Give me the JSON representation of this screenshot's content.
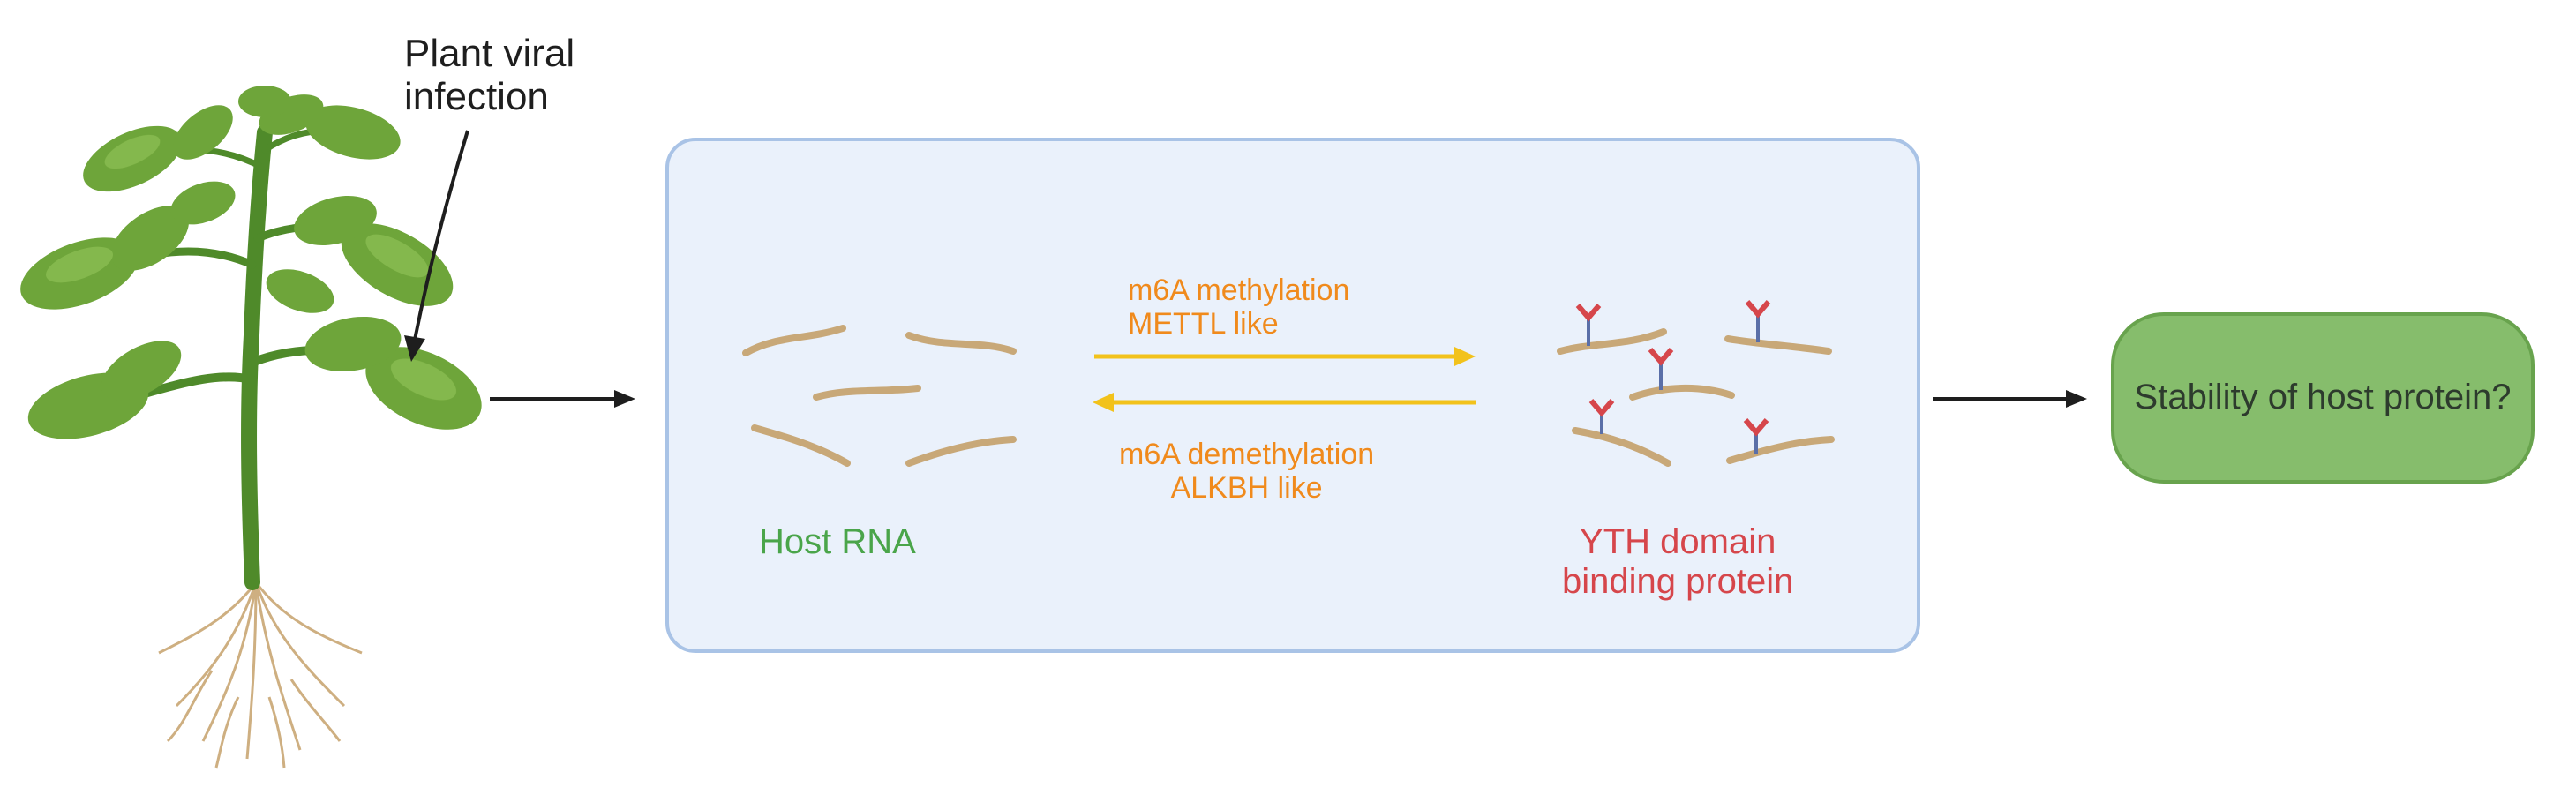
{
  "labels": {
    "infection": [
      "Plant viral",
      "infection"
    ],
    "methylation": [
      "m6A methylation",
      "METTL like"
    ],
    "demethylation": [
      "m6A demethylation",
      "ALKBH like"
    ],
    "host_rna": "Host RNA",
    "yth": [
      "YTH domain",
      "binding protein"
    ],
    "outcome": "Stability of host protein?"
  },
  "colors": {
    "box_fill": "#eaf1fb",
    "box_border": "#a9c3e6",
    "outcome_fill": "#86bd6c",
    "arrow_yellow": "#f2c21b",
    "label_orange": "#f08a1c",
    "label_green": "#4aa54a",
    "label_red": "#d6464b",
    "rna_tan": "#c8a878",
    "reader_red": "#d6464b",
    "reader_blue": "#5a6fa8",
    "leaf_green": "#6ea53a",
    "stem_green": "#4f8a2a",
    "root_tan": "#c9a774"
  },
  "icons": [
    "plant-icon",
    "rna-strand-icon",
    "yth-reader-icon",
    "arrow-right-icon",
    "arrow-left-icon"
  ]
}
